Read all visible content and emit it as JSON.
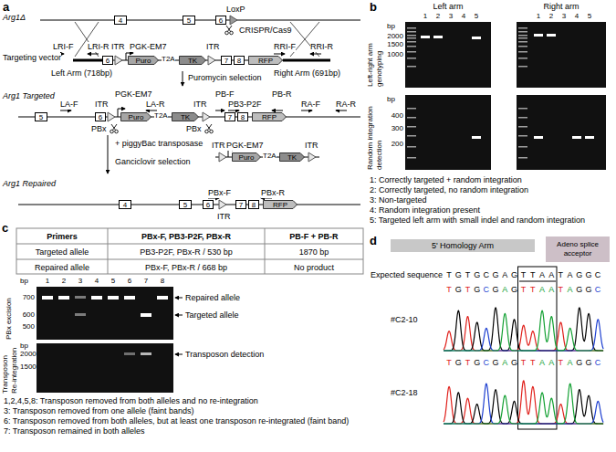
{
  "diagram": {
    "nodes": [
      {
        "text": [
          "4"
        ]
      },
      {
        "text": [
          "5"
        ]
      },
      {
        "text": [
          "6"
        ]
      },
      {
        "text": [
          "6"
        ]
      },
      {
        "text": [
          "Puro"
        ]
      },
      {
        "text": [
          "TK"
        ]
      },
      {
        "text": [
          "7"
        ]
      },
      {
        "text": [
          "8"
        ]
      },
      {
        "text": [
          "RFP"
        ]
      },
      {
        "text": [
          "5"
        ]
      },
      {
        "text": [
          "6"
        ]
      },
      {
        "text": [
          "Puro"
        ]
      },
      {
        "text": [
          "TK"
        ]
      },
      {
        "text": [
          "7"
        ]
      },
      {
        "text": [
          "8"
        ]
      },
      {
        "text": [
          "RFP"
        ]
      },
      {
        "text": [
          "Puro"
        ]
      },
      {
        "text": [
          "TK"
        ]
      },
      {
        "text": [
          "4"
        ]
      },
      {
        "text": [
          "5"
        ]
      },
      {
        "text": [
          "6"
        ]
      },
      {
        "text": [
          "7"
        ]
      },
      {
        "text": [
          "8"
        ]
      },
      {
        "text": [
          "RFP"
        ]
      },
      {
        "text": [
          "5' Homology Arm"
        ]
      },
      {
        "text": [
          "Adeno splice acceptor"
        ]
      }
    ],
    "labels": [
      "a",
      "Arg1Δ",
      "LoxP",
      "CRISPR/Cas9",
      "Targeting vector",
      "LRI-F",
      "LRI-R",
      "PGK-EM7",
      "ITR",
      "T2A",
      "ITR",
      "RRI-F",
      "RRI-R",
      "Left Arm (718bp)",
      "Right Arm (691bp)",
      "Puromycin selection",
      "Arg1 Targeted",
      "LA-F",
      "PGK-EM7",
      "ITR",
      "LA-R",
      "T2A",
      "PB-F",
      "PB3-P2F",
      "ITR",
      "PB-R",
      "RA-F",
      "RA-R",
      "PBx",
      "PBx",
      "+ piggyBac transposase",
      "Ganciclovir selection",
      "ITR",
      "PGK-EM7",
      "T2A",
      "ITR",
      "Arg1 Repaired",
      "PBx-F",
      "PBx-R",
      "ITR",
      "b",
      "Left arm",
      "Right arm",
      "1",
      "2",
      "3",
      "4",
      "5",
      "1",
      "2",
      "3",
      "4",
      "5",
      "bp",
      "2000",
      "1500",
      "1000",
      "Left-right arm genotyping",
      "bp",
      "400",
      "300",
      "200",
      "Random integration detection",
      "1: Correctly targeted + random integration",
      "2: Correctly targeted, no random integration",
      "3: Non-targeted",
      "4: Random integration present",
      "5: Targeted left arm with small indel and random integration",
      "c",
      "Primers",
      "PBx-F, PB3-P2F, PBx-R",
      "PB-F + PB-R",
      "Targeted allele",
      "PB3-P2F, PBx-R / 530 bp",
      "1870 bp",
      "Repaired allele",
      "PBx-F, PBx-R / 668 bp",
      "No product",
      "1",
      "2",
      "3",
      "4",
      "5",
      "6",
      "7",
      "8",
      "bp",
      "700",
      "600",
      "500",
      "PBx excision",
      "Repaired allele",
      "Targeted allele",
      "bp",
      "2000",
      "1500",
      "Transposon Re-integration",
      "Transposon detection",
      "1,2,4,5,8: Transposon removed from both alleles and no re-integration",
      "3: Transposon removed from one allele (faint bands)",
      "6: Transposon removed from both alleles, but at least one transposon re-integrated (faint band)",
      "7: Transposon remained in both alleles",
      "d",
      "Expected sequence",
      "TGTGCGAGTTAATAGGC",
      "TGTGCGAGTTAATAGGC",
      "#C2-10",
      "TGTGCGAGTTAATAGGC",
      "#C2-18"
    ]
  }
}
